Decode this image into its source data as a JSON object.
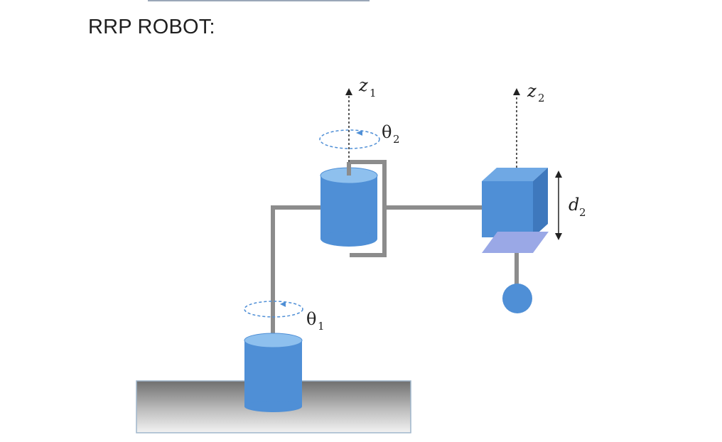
{
  "page": {
    "title": "RRP ROBOT:"
  },
  "diagram": {
    "axis_label_1": {
      "base": "z",
      "sub": "1"
    },
    "axis_label_2": {
      "base": "z",
      "sub": "2"
    },
    "joint_angle_1": {
      "base": "θ",
      "sub": "1"
    },
    "joint_angle_2": {
      "base": "θ",
      "sub": "2"
    },
    "prismatic_extension": {
      "base": "d",
      "sub": "2"
    },
    "colors": {
      "joint_blue": "#4f8fd6",
      "joint_top": "#8ec0ee",
      "link_gray": "#8c8c8c",
      "plate_lavender": "#9aa8e6",
      "rotation_arrow": "#4f8fd6"
    }
  }
}
